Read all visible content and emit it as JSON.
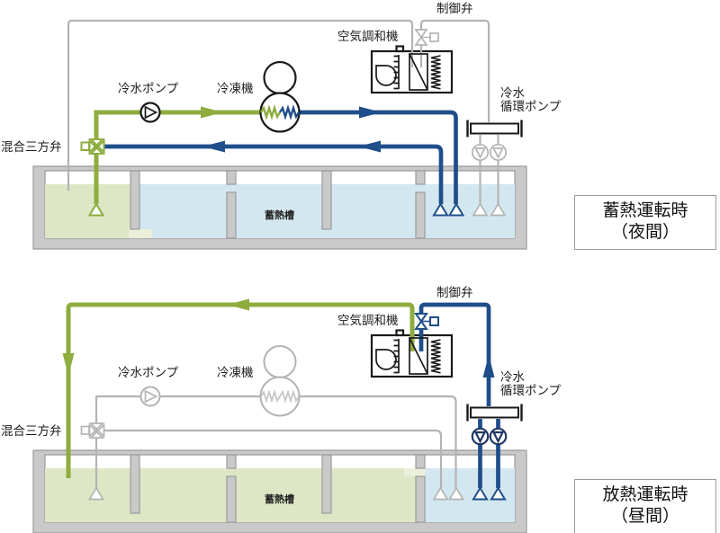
{
  "colors": {
    "active_green": "#8dad3e",
    "active_blue": "#1f4e8a",
    "inactive_gray": "#b3b3b3",
    "equipment_black": "#1a1a1a",
    "pump_dark": "#203864",
    "tank_wall_fill": "#c9c9c9",
    "tank_wall_stroke": "#9b9b9b",
    "water_cold_blue": "#d3e7f0",
    "water_warm_green": "#dde7c5",
    "water_mixed_pale": "#ecf0da"
  },
  "diagrams": [
    {
      "id": "night-charging",
      "labels": {
        "control_valve": "制御弁",
        "air_handler": "空気調和機",
        "chilled_water_pump": "冷水ポンプ",
        "chiller": "冷凍機",
        "circulation_pump_line1": "冷水",
        "circulation_pump_line2": "循環ポンプ",
        "mixing_valve": "混合三方弁",
        "storage_tank": "蓄熱槽"
      },
      "mode_label_line1": "蓄熱運転時",
      "mode_label_line2": "（夜間）"
    },
    {
      "id": "day-discharge",
      "labels": {
        "control_valve": "制御弁",
        "air_handler": "空気調和機",
        "chilled_water_pump": "冷水ポンプ",
        "chiller": "冷凍機",
        "circulation_pump_line1": "冷水",
        "circulation_pump_line2": "循環ポンプ",
        "mixing_valve": "混合三方弁",
        "storage_tank": "蓄熱槽"
      },
      "mode_label_line1": "放熱運転時",
      "mode_label_line2": "（昼間）"
    }
  ]
}
